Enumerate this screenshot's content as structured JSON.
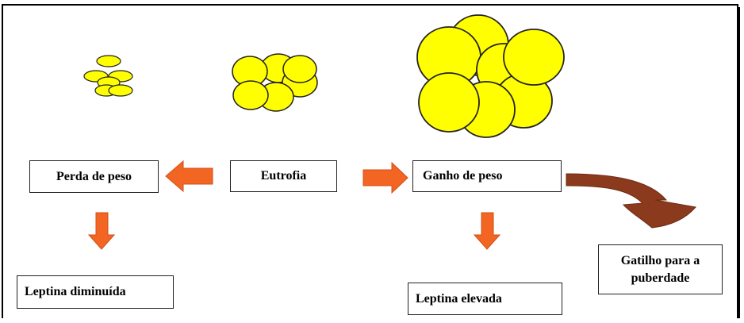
{
  "nodes": {
    "weight_loss": "Perda de peso",
    "eutrophy": "Eutrofia",
    "weight_gain": "Ganho de peso",
    "leptin_low": "Leptina diminuída",
    "leptin_high": "Leptina elevada",
    "puberty_line1": "Gatilho para a",
    "puberty_line2": "puberdade"
  },
  "colors": {
    "cell_fill": "#ffff00",
    "cell_stroke": "#222222",
    "arrow_orange": "#f26522",
    "arrow_curved": "#8b3a1e"
  },
  "icons": [
    "small-adipocyte-cluster",
    "normal-adipocyte-cluster",
    "large-adipocyte-cluster"
  ]
}
